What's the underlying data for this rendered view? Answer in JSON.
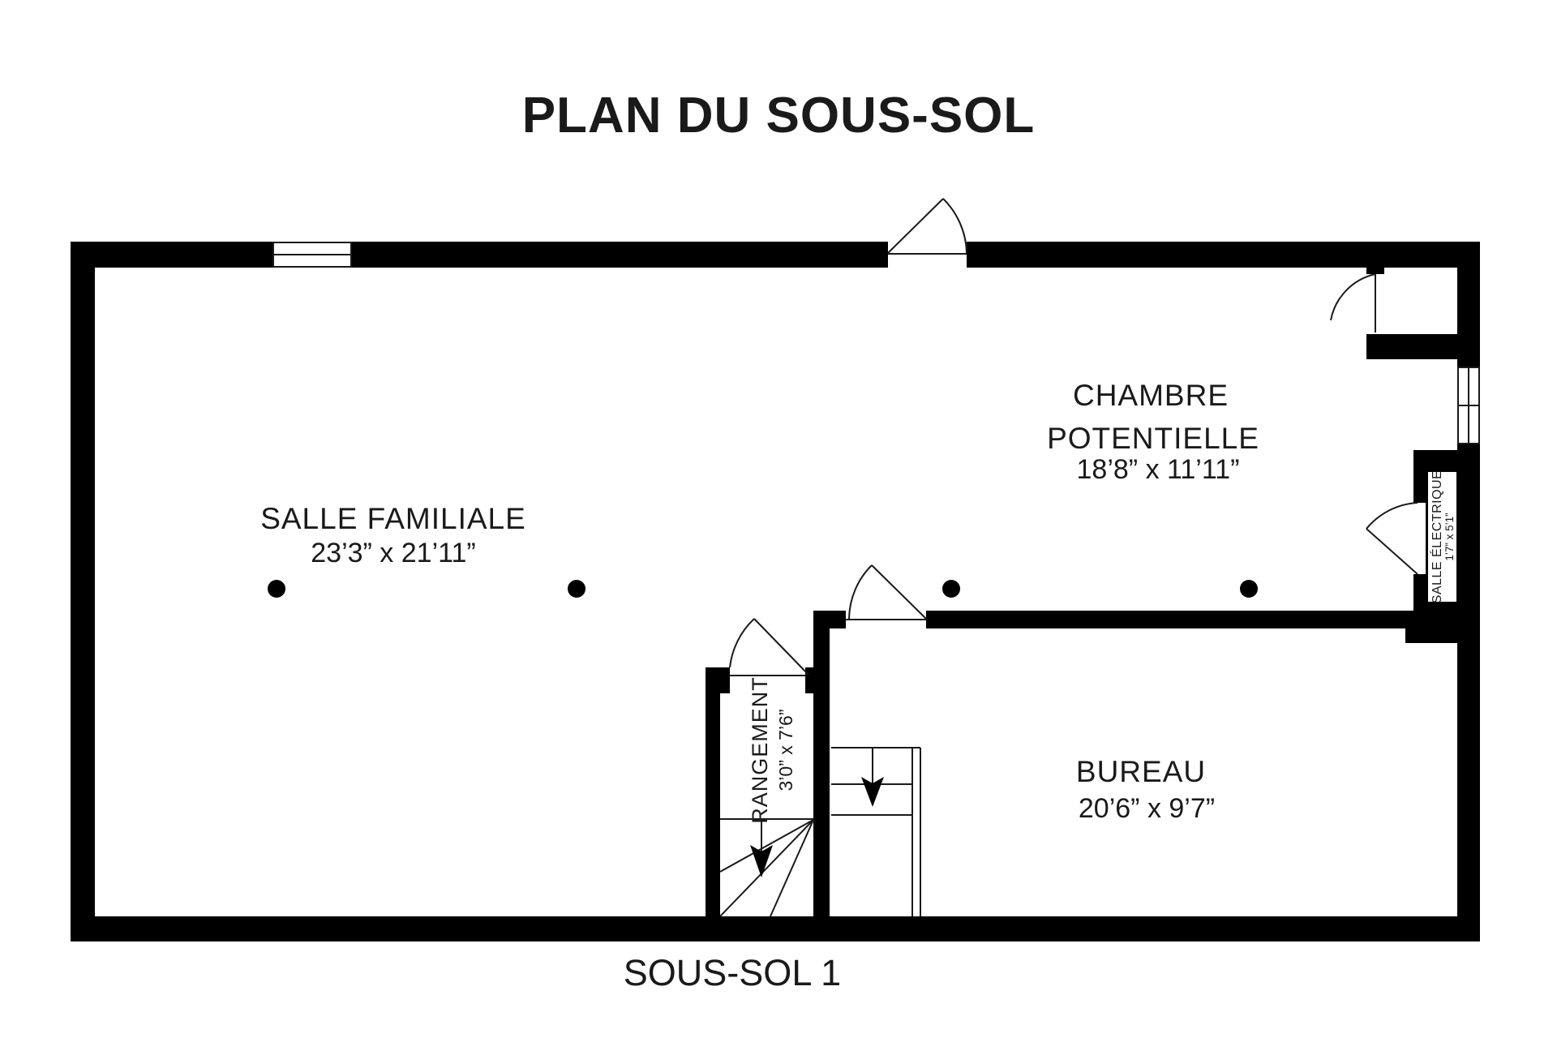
{
  "title": "PLAN DU SOUS-SOL",
  "floor_label": "SOUS-SOL 1",
  "rooms": {
    "salle_familiale": {
      "name": "SALLE FAMILIALE",
      "dims": "23’3” x 21’11”"
    },
    "chambre_potentielle": {
      "name_line1": "CHAMBRE",
      "name_line2": "POTENTIELLE",
      "dims": "18’8” x 11’11”"
    },
    "bureau": {
      "name": "BUREAU",
      "dims": "20’6” x 9’7”"
    },
    "rangement": {
      "name": "RANGEMENT",
      "dims": "3’0” x 7’6”"
    },
    "salle_electrique": {
      "name": "SALLE ÉLECTRIQUE",
      "dims": "1’7” x 5’1”"
    }
  },
  "colors": {
    "wall": "#000000",
    "background": "#ffffff",
    "line": "#1a1a1a"
  }
}
